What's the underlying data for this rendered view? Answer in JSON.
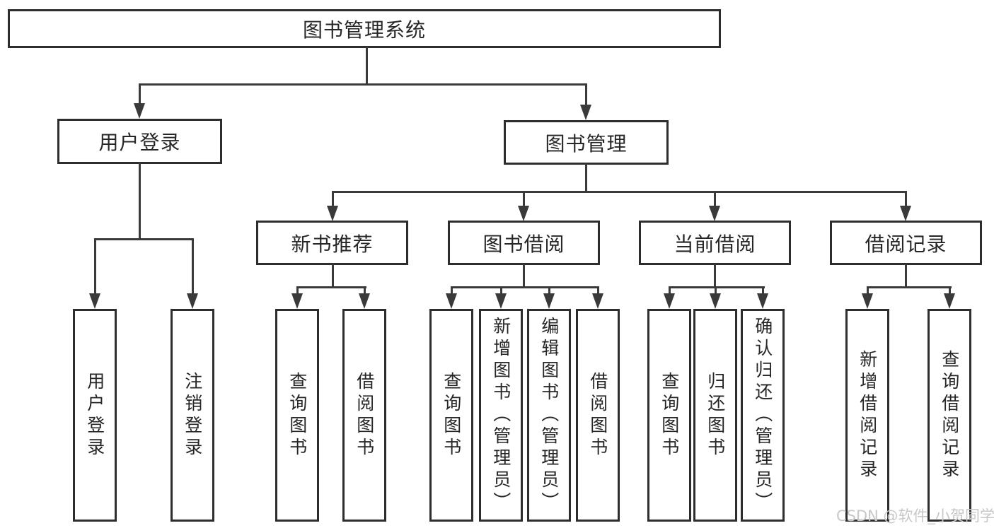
{
  "tree": {
    "label": "图书管理系统",
    "children": [
      {
        "label": "用户登录",
        "children": [
          {
            "label": "用户登录"
          },
          {
            "label": "注销登录"
          }
        ]
      },
      {
        "label": "图书管理",
        "children": [
          {
            "label": "新书推荐",
            "children": [
              {
                "label": "查询图书"
              },
              {
                "label": "借阅图书"
              }
            ]
          },
          {
            "label": "图书借阅",
            "children": [
              {
                "label": "查询图书"
              },
              {
                "label": "新增图书（管理员）"
              },
              {
                "label": "编辑图书（管理员）"
              },
              {
                "label": "借阅图书"
              }
            ]
          },
          {
            "label": "当前借阅",
            "children": [
              {
                "label": "查询图书"
              },
              {
                "label": "归还图书"
              },
              {
                "label": "确认归还（管理员）"
              }
            ]
          },
          {
            "label": "借阅记录",
            "children": [
              {
                "label": "新增借阅记录"
              },
              {
                "label": "查询借阅记录"
              }
            ]
          }
        ]
      }
    ]
  },
  "watermark": {
    "text": "CSDN @软件_小贺同学"
  },
  "colors": {
    "background": "#ffffff",
    "line": "#3a3a3a",
    "box_border": "#2d2d2d",
    "text": "#262626",
    "watermark": "#c8c8c8"
  }
}
